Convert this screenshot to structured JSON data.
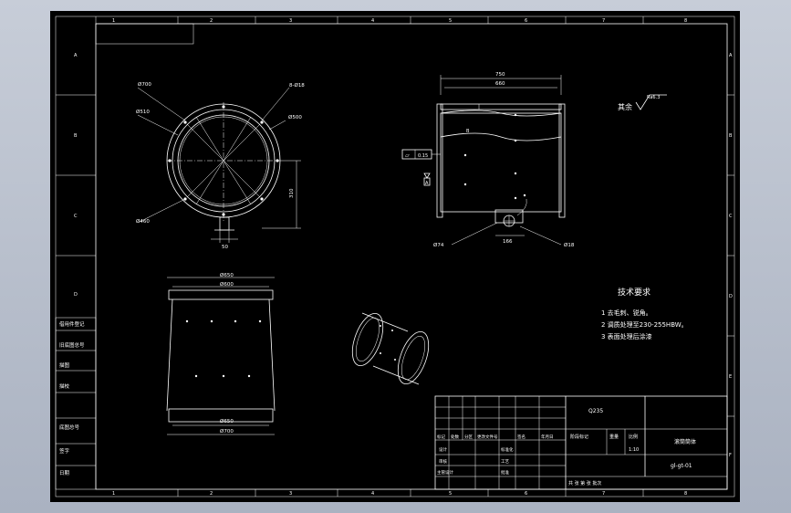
{
  "frame": {
    "top_zone_labels": [
      "1",
      "2",
      "3",
      "4",
      "5",
      "6",
      "7",
      "8"
    ],
    "bottom_zone_labels": [
      "1",
      "2",
      "3",
      "4",
      "5",
      "6",
      "7",
      "8"
    ],
    "left_zone_labels": [
      "A",
      "B",
      "C",
      "D"
    ],
    "right_zone_labels": [
      "A",
      "B",
      "C",
      "D",
      "E",
      "F"
    ]
  },
  "left_strip": {
    "labels": [
      "借用件登记",
      "旧底图总号",
      "描图",
      "描校",
      "底图总号",
      "签字",
      "日期"
    ]
  },
  "top_view": {
    "dim_outer": "Ø700",
    "dim_pcd": "Ø510",
    "dim_holes": "8-Ø18",
    "dim_hole2": "Ø500",
    "dim_inner": "Ø460",
    "dim_height": "310",
    "dim_lug": "50"
  },
  "side_view": {
    "dim_total_width": "750",
    "dim_inner_width": "660",
    "flatness_symbol": "▱",
    "flatness_value": "0.15",
    "datum_label": "A",
    "label_b": "B",
    "dim_lug_width": "166",
    "dim_right_hole": "Ø18",
    "dim_left_bottom": "Ø74"
  },
  "bottom_view": {
    "dim_top_outer": "Ø650",
    "dim_top_inner": "Ø600",
    "dim_bottom_inner": "Ø650",
    "dim_bottom_outer": "Ø700"
  },
  "surface_finish": {
    "text": "其余",
    "ra": "Ra6.3"
  },
  "tech_requirements": {
    "title": "技术要求",
    "items": [
      "1  去毛刺、锐角。",
      "2  调质处理至230-255HBW。",
      "3  表面处理后涂漆"
    ]
  },
  "title_block": {
    "material": "Q235",
    "part_name": "滚筒筒体",
    "drawing_number": "gl-gt-01",
    "scale": "1:10",
    "label_stage": "阶段标记",
    "label_weight": "重量",
    "label_scale": "比例",
    "bottom_row": "共   张   第   张   批次",
    "left_rows": [
      [
        "标记",
        "处数",
        "分区",
        "更改文件号",
        "签名",
        "年月日"
      ],
      [
        "设计",
        "",
        "",
        "标准化",
        "",
        ""
      ],
      [
        "审核",
        "",
        "",
        "工艺",
        "",
        ""
      ],
      [
        "主管设计",
        "",
        "",
        "批准",
        "",
        ""
      ]
    ]
  }
}
